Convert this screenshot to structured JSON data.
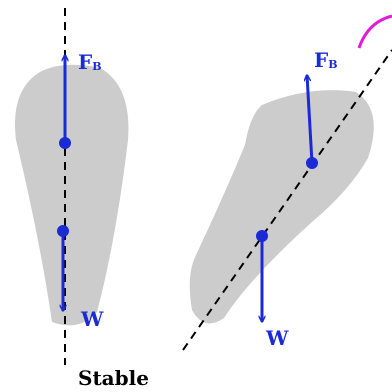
{
  "diagram": {
    "caption": "Stable",
    "labels": {
      "buoyant_force_main": "F",
      "buoyant_force_sub": "B",
      "weight": "W"
    },
    "colors": {
      "body_fill": "#cccccc",
      "force_arrow": "#1a2bd6",
      "axis_line": "#000000",
      "rotation_arc": "#e21ad6"
    }
  }
}
